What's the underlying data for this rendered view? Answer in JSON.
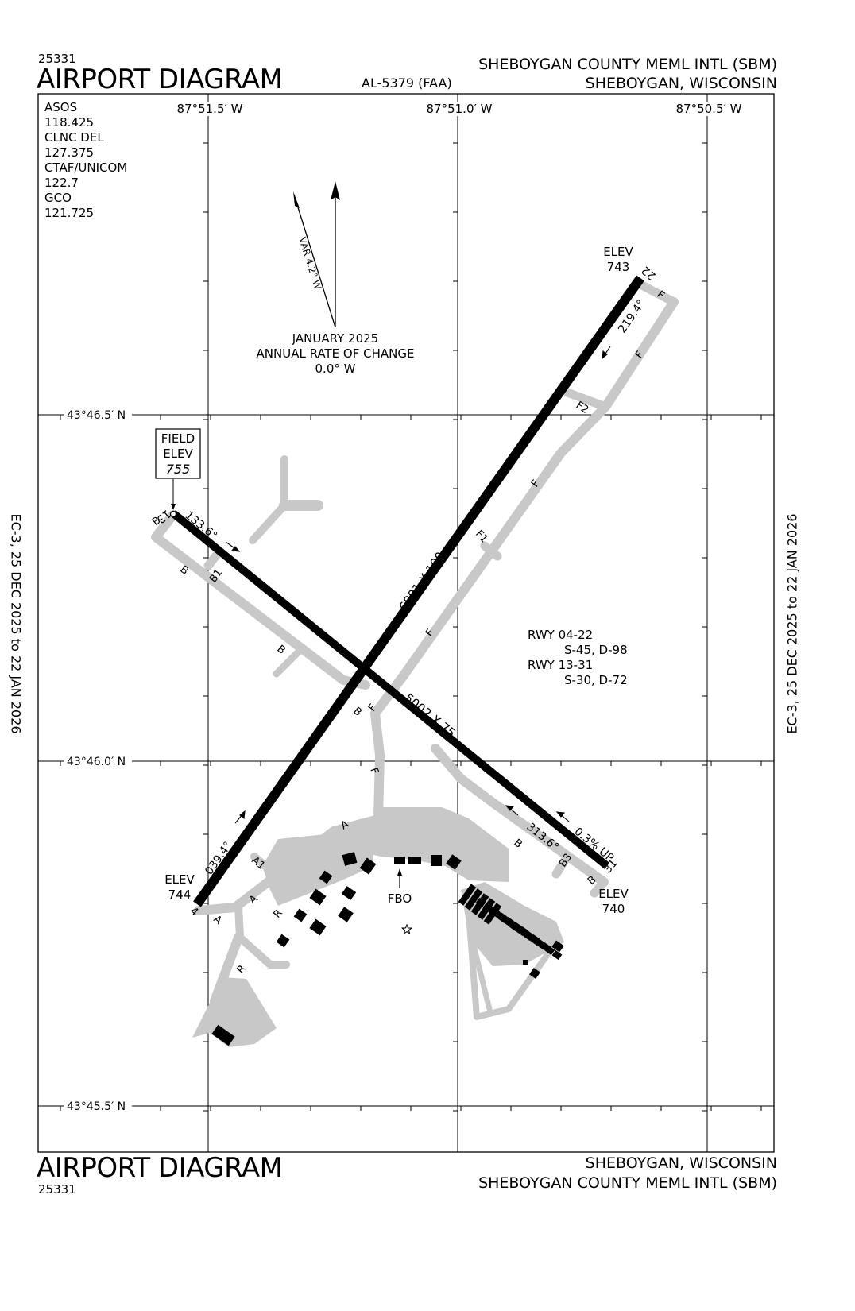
{
  "header": {
    "doc_id_top": "25331",
    "title_top": "AIRPORT DIAGRAM",
    "faa_number": "AL-5379 (FAA)",
    "airport_name_top": "SHEBOYGAN COUNTY MEML INTL (SBM)",
    "city_state_top": "SHEBOYGAN, WISCONSIN"
  },
  "footer": {
    "title_bottom": "AIRPORT DIAGRAM",
    "doc_id_bottom": "25331",
    "city_state_bottom": "SHEBOYGAN, WISCONSIN",
    "airport_name_bottom": "SHEBOYGAN COUNTY MEML INTL (SBM)"
  },
  "side_labels": {
    "left": "EC-3, 25 DEC 2025 to 22 JAN 2026",
    "right": "EC-3, 25 DEC 2025 to 22 JAN 2026"
  },
  "frequencies": {
    "asos_label": "ASOS",
    "asos_freq": "118.425",
    "clnc_label": "CLNC DEL",
    "clnc_freq": "127.375",
    "ctaf_label": "CTAF/UNICOM",
    "ctaf_freq": "122.7",
    "gco_label": "GCO",
    "gco_freq": "121.725"
  },
  "grid": {
    "lon_1": "87°51.5′ W",
    "lon_2": "87°51.0′ W",
    "lon_3": "87°50.5′ W",
    "lat_1": "43°46.5′ N",
    "lat_2": "43°46.0′ N",
    "lat_3": "43°45.5′ N"
  },
  "variation": {
    "var_label": "VAR 4.2° W",
    "date": "JANUARY 2025",
    "rate_label": "ANNUAL RATE OF CHANGE",
    "rate_value": "0.0° W"
  },
  "field_elev": {
    "line1": "FIELD",
    "line2": "ELEV",
    "value": "755"
  },
  "runways": {
    "rwy_4_label": "4",
    "rwy_22_label": "22",
    "rwy_13_label": "13",
    "rwy_31_label": "31",
    "rwy_4_22_dims": "6801 X 100",
    "rwy_13_31_dims": "5002 X 75",
    "hdg_22": "219.4°",
    "hdg_4": "039.4°",
    "hdg_13": "133.6°",
    "hdg_31": "313.6°",
    "gradient": "0.3% UP",
    "elev_22_label": "ELEV",
    "elev_22_value": "743",
    "elev_4_label": "ELEV",
    "elev_4_value": "744",
    "elev_31_label": "ELEV",
    "elev_31_value": "740"
  },
  "taxiways": {
    "F": "F",
    "F1": "F1",
    "F2": "F2",
    "B": "B",
    "B1": "B1",
    "B3": "B3",
    "A": "A",
    "A1": "A1",
    "R": "R"
  },
  "strength": {
    "rwy_04_22": "RWY 04-22",
    "rwy_04_22_values": "S-45, D-98",
    "rwy_13_31": "RWY 13-31",
    "rwy_13_31_values": "S-30, D-72"
  },
  "fbo_label": "FBO",
  "colors": {
    "taxiway_gray": "#c8c8c8",
    "runway_black": "#000000",
    "grid_line": "#000000"
  }
}
